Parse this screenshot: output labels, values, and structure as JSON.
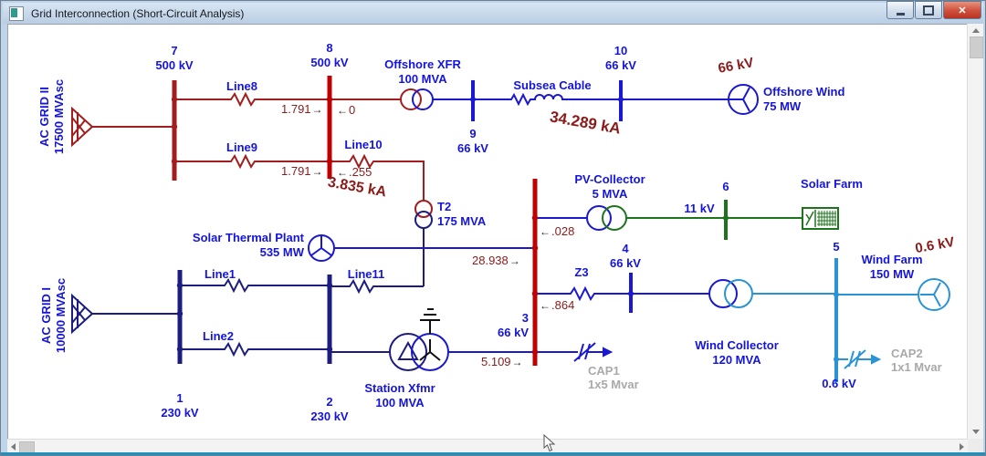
{
  "window": {
    "title": "Grid Interconnection (Short-Circuit Analysis)"
  },
  "buses": {
    "b1": {
      "num": "1",
      "kv": "230 kV"
    },
    "b2": {
      "num": "2",
      "kv": "230 kV"
    },
    "b3": {
      "num": "3",
      "kv": "66 kV"
    },
    "b4": {
      "num": "4",
      "kv": "66 kV"
    },
    "b5": {
      "num": "5",
      "kv": "0.6 kV"
    },
    "b6": {
      "num": "6",
      "kv": "11 kV"
    },
    "b7": {
      "num": "7",
      "kv": "500 kV"
    },
    "b8": {
      "num": "8",
      "kv": "500 kV"
    },
    "b9": {
      "num": "9",
      "kv": "66 kV"
    },
    "b10": {
      "num": "10",
      "kv": "66 kV"
    }
  },
  "devices": {
    "grid2": {
      "name": "AC GRID II",
      "rating": "17500 MVAsc"
    },
    "grid1": {
      "name": "AC GRID I",
      "rating": "10000 MVAsc"
    },
    "line1": {
      "name": "Line1"
    },
    "line2": {
      "name": "Line2"
    },
    "line8": {
      "name": "Line8"
    },
    "line9": {
      "name": "Line9"
    },
    "line10": {
      "name": "Line10"
    },
    "line11": {
      "name": "Line11"
    },
    "offshore_xfr": {
      "name": "Offshore XFR",
      "rating": "100 MVA"
    },
    "subsea_cable": {
      "name": "Subsea Cable"
    },
    "offshore_wind": {
      "name": "Offshore Wind",
      "rating": "75 MW"
    },
    "t2": {
      "name": "T2",
      "rating": "175 MVA"
    },
    "solar_thermal": {
      "name": "Solar Thermal Plant",
      "rating": "535 MW"
    },
    "pv_collector": {
      "name": "PV-Collector",
      "rating": "5 MVA"
    },
    "solar_farm": {
      "name": "Solar Farm"
    },
    "z3": {
      "name": "Z3"
    },
    "station_xfmr": {
      "name": "Station Xfmr",
      "rating": "100 MVA"
    },
    "wind_collector": {
      "name": "Wind Collector",
      "rating": "120 MVA"
    },
    "wind_farm": {
      "name": "Wind Farm",
      "rating": "150 MW"
    },
    "cap1": {
      "name": "CAP1",
      "rating": "1x5 Mvar"
    },
    "cap2": {
      "name": "CAP2",
      "rating": "1x1 Mvar"
    }
  },
  "flows": {
    "line8_to_b8": "1.791",
    "xfr_to_b8": "0",
    "line9_to_b8": "1.791",
    "line10_to_b8": ".255",
    "t2_to_b3": "28.938",
    "pv_to_b3": ".028",
    "z3_to_b3": ".864",
    "station_to_b3": "5.109"
  },
  "annotations": {
    "bus3_fault_total": "34.289 kA",
    "bus8_fault_total": "3.835 kA",
    "offshore_kv_note": "66 kV",
    "windfarm_kv_note": "0.6 kV"
  },
  "glyphs": {
    "arrow_right": "→",
    "arrow_left": "←",
    "close": "✕"
  },
  "icons": {
    "titlebar": [
      "app-icon",
      "minimize-icon",
      "restore-icon",
      "close-icon"
    ],
    "scrollbars": [
      "chevron-up-icon",
      "chevron-down-icon",
      "chevron-left-icon",
      "chevron-right-icon"
    ]
  },
  "colors": {
    "kv500": "#a21d1d",
    "kv230": "#1d1d80",
    "kv66": "#1a18d0",
    "kv11": "#1d741d",
    "kv06": "#2a93d5",
    "fault_bus": "#c00000",
    "label_blue": "#1414dc",
    "fault_text": "#8b1a1a",
    "idle_gray": "#a9a9a9",
    "titlebar": "#c5d7ea"
  }
}
